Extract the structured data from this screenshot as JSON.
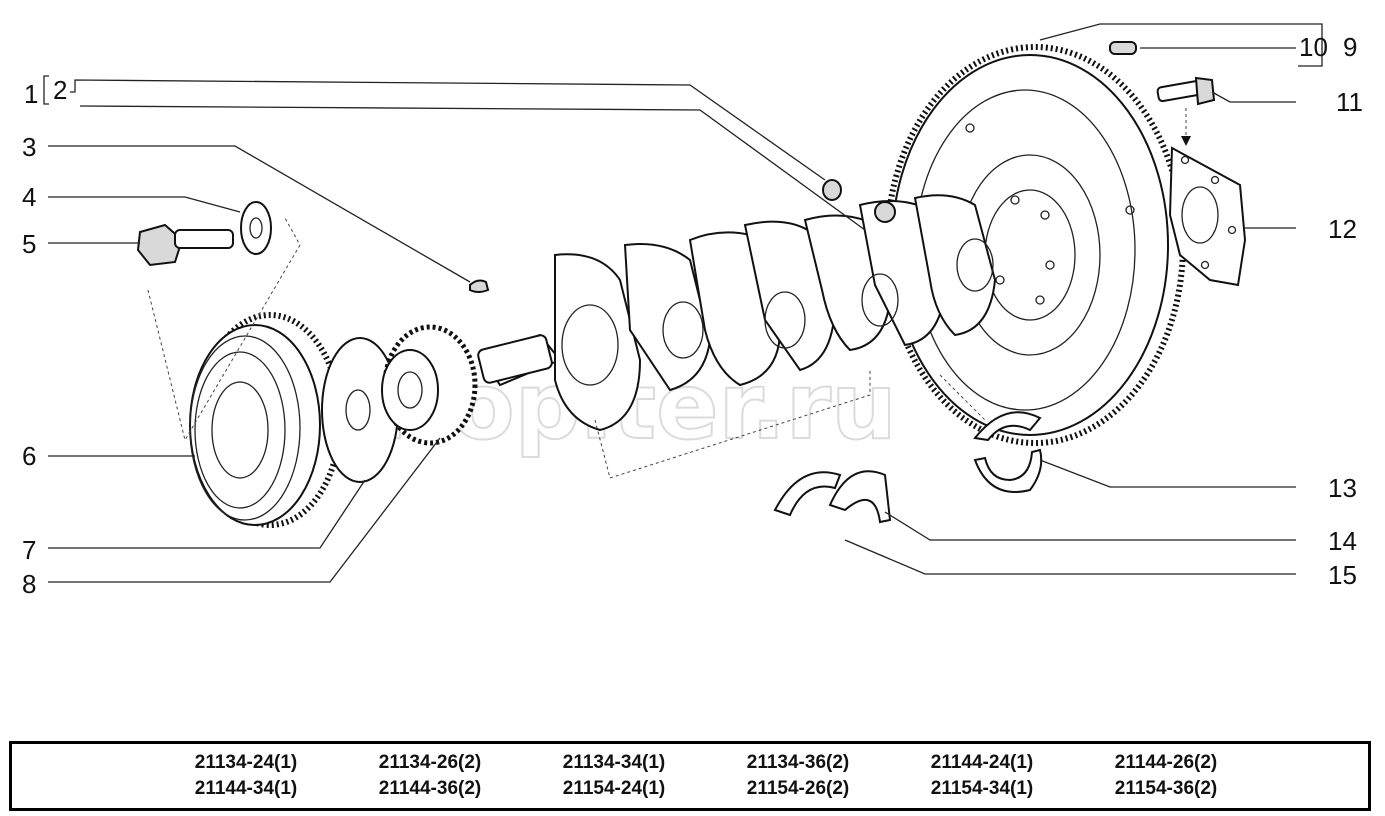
{
  "diagram": {
    "watermark": "autopiter.ru",
    "callouts": [
      "1",
      "2",
      "3",
      "4",
      "5",
      "6",
      "7",
      "8",
      "9",
      "10",
      "11",
      "12",
      "13",
      "14",
      "15"
    ]
  },
  "models": [
    [
      "21134-24(1)",
      "21134-26(2)",
      "21134-34(1)",
      "21134-36(2)",
      "21144-24(1)",
      "21144-26(2)"
    ],
    [
      "21144-34(1)",
      "21144-36(2)",
      "21154-24(1)",
      "21154-26(2)",
      "21154-34(1)",
      "21154-36(2)"
    ]
  ]
}
